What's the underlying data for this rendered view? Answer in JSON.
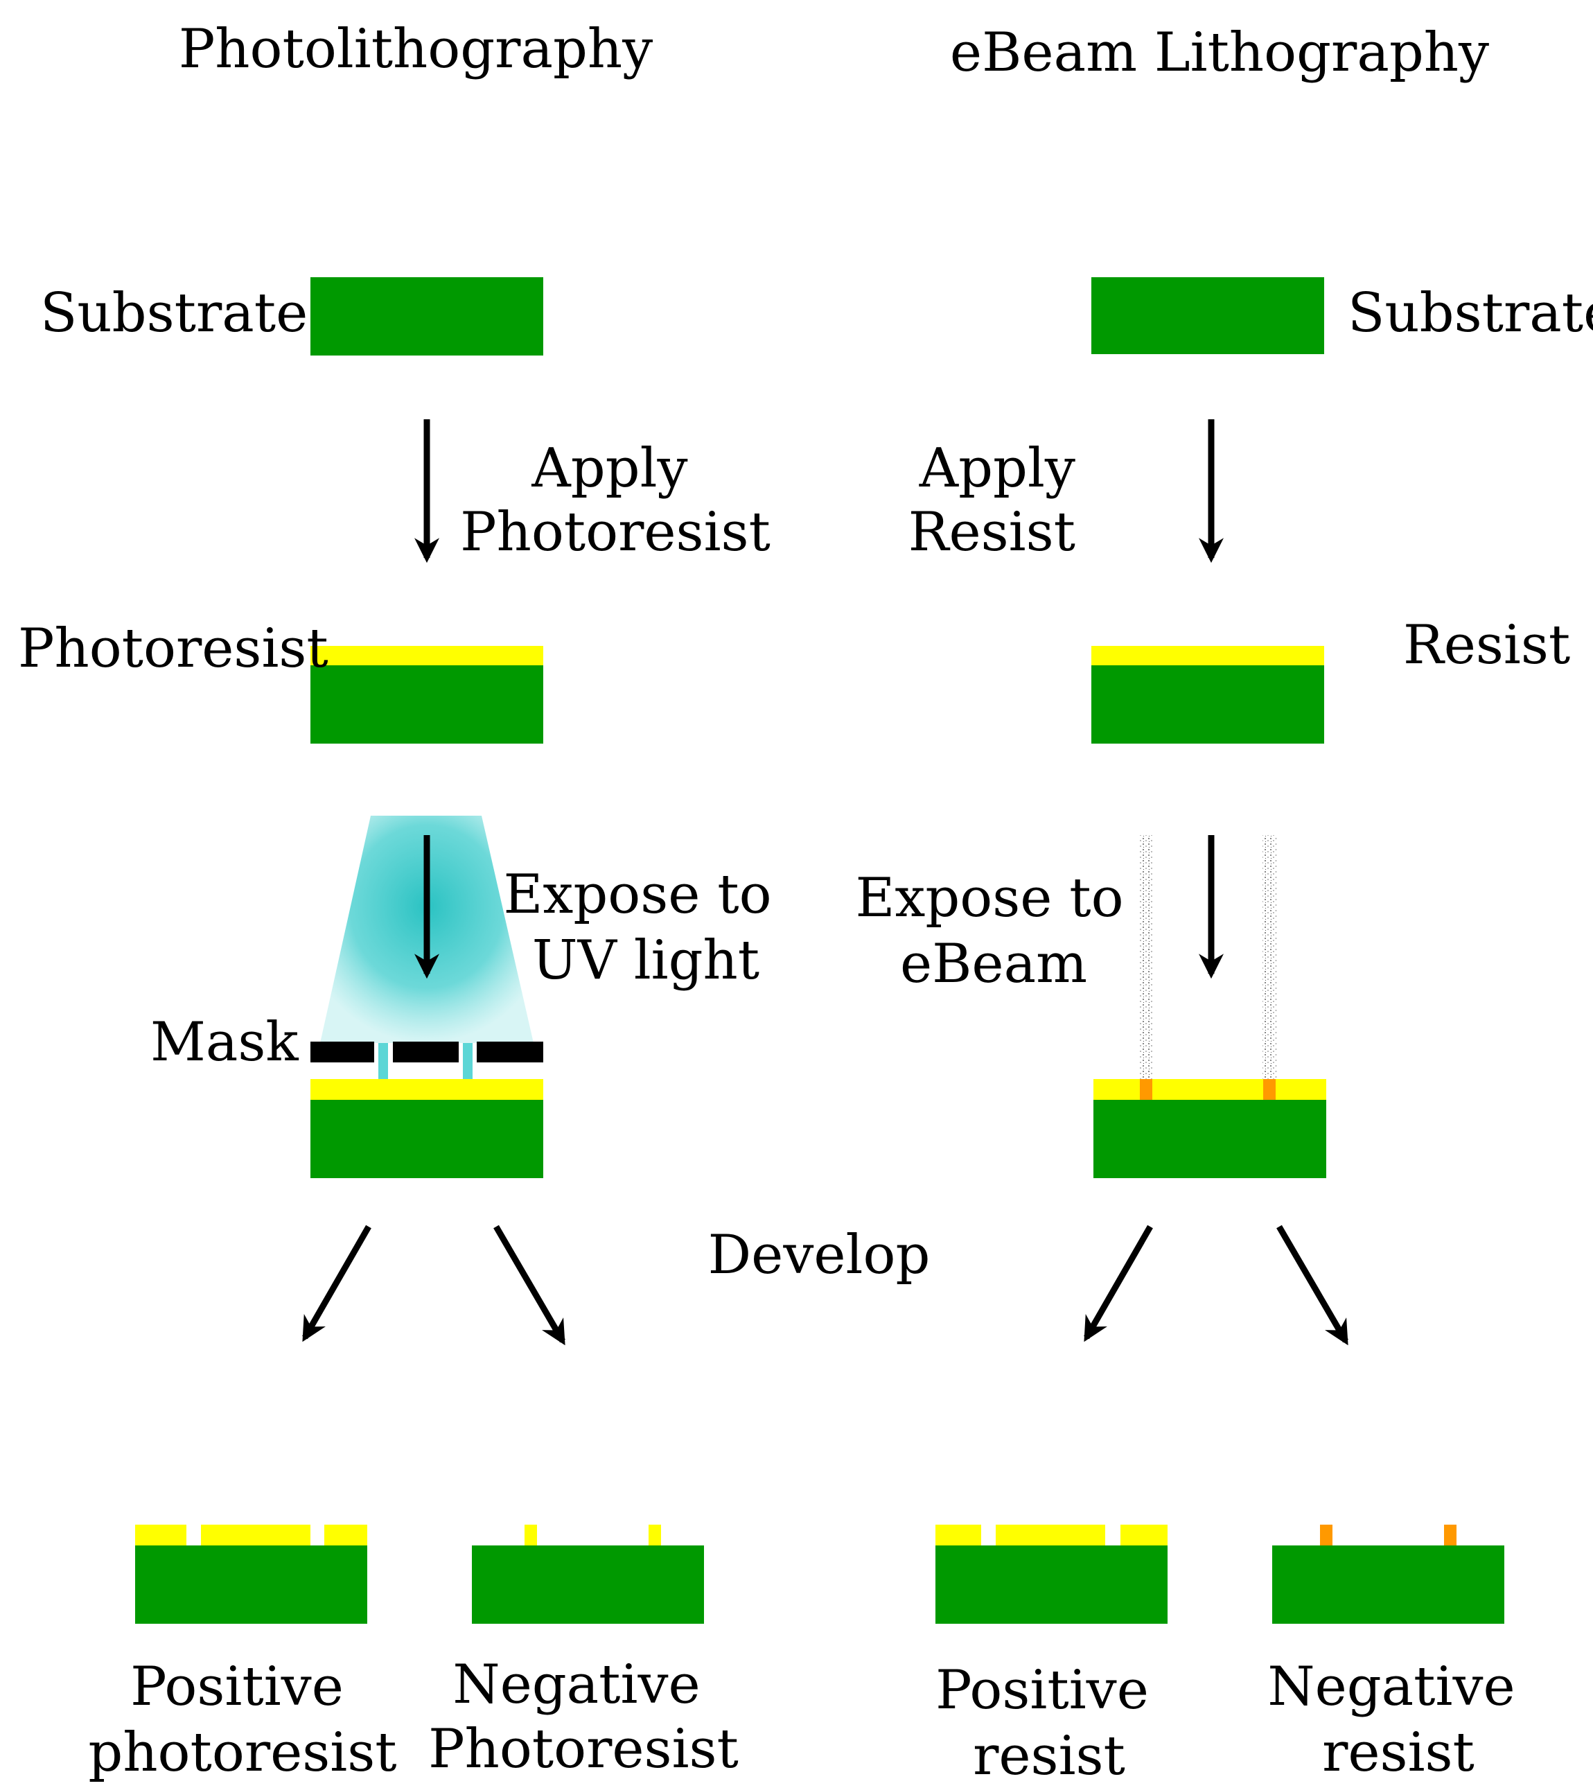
{
  "left_column": {
    "title": "Photolithography",
    "substrate_label": "Substrate",
    "step_apply": [
      "Apply",
      "Photoresist"
    ],
    "photoresist_label": "Photoresist",
    "step_expose": [
      "Expose to",
      "UV light"
    ],
    "mask_label": "Mask",
    "result_positive": [
      "Positive",
      "photoresist"
    ],
    "result_negative": [
      "Negative",
      "Photoresist"
    ]
  },
  "right_column": {
    "title": "eBeam Lithography",
    "substrate_label": "Substrate",
    "step_apply": [
      "Apply",
      "Resist"
    ],
    "resist_label": "Resist",
    "step_expose": [
      "Expose to",
      "eBeam"
    ],
    "result_positive": [
      "Positive",
      "resist"
    ],
    "result_negative": [
      "Negative",
      "resist"
    ]
  },
  "develop_label": "Develop",
  "colors": {
    "substrate": "#009900",
    "resist": "#ffff00",
    "exposed_resist": "#ff9900",
    "mask": "#000000",
    "uv_light": "#33cccc",
    "arrow": "#000000"
  }
}
